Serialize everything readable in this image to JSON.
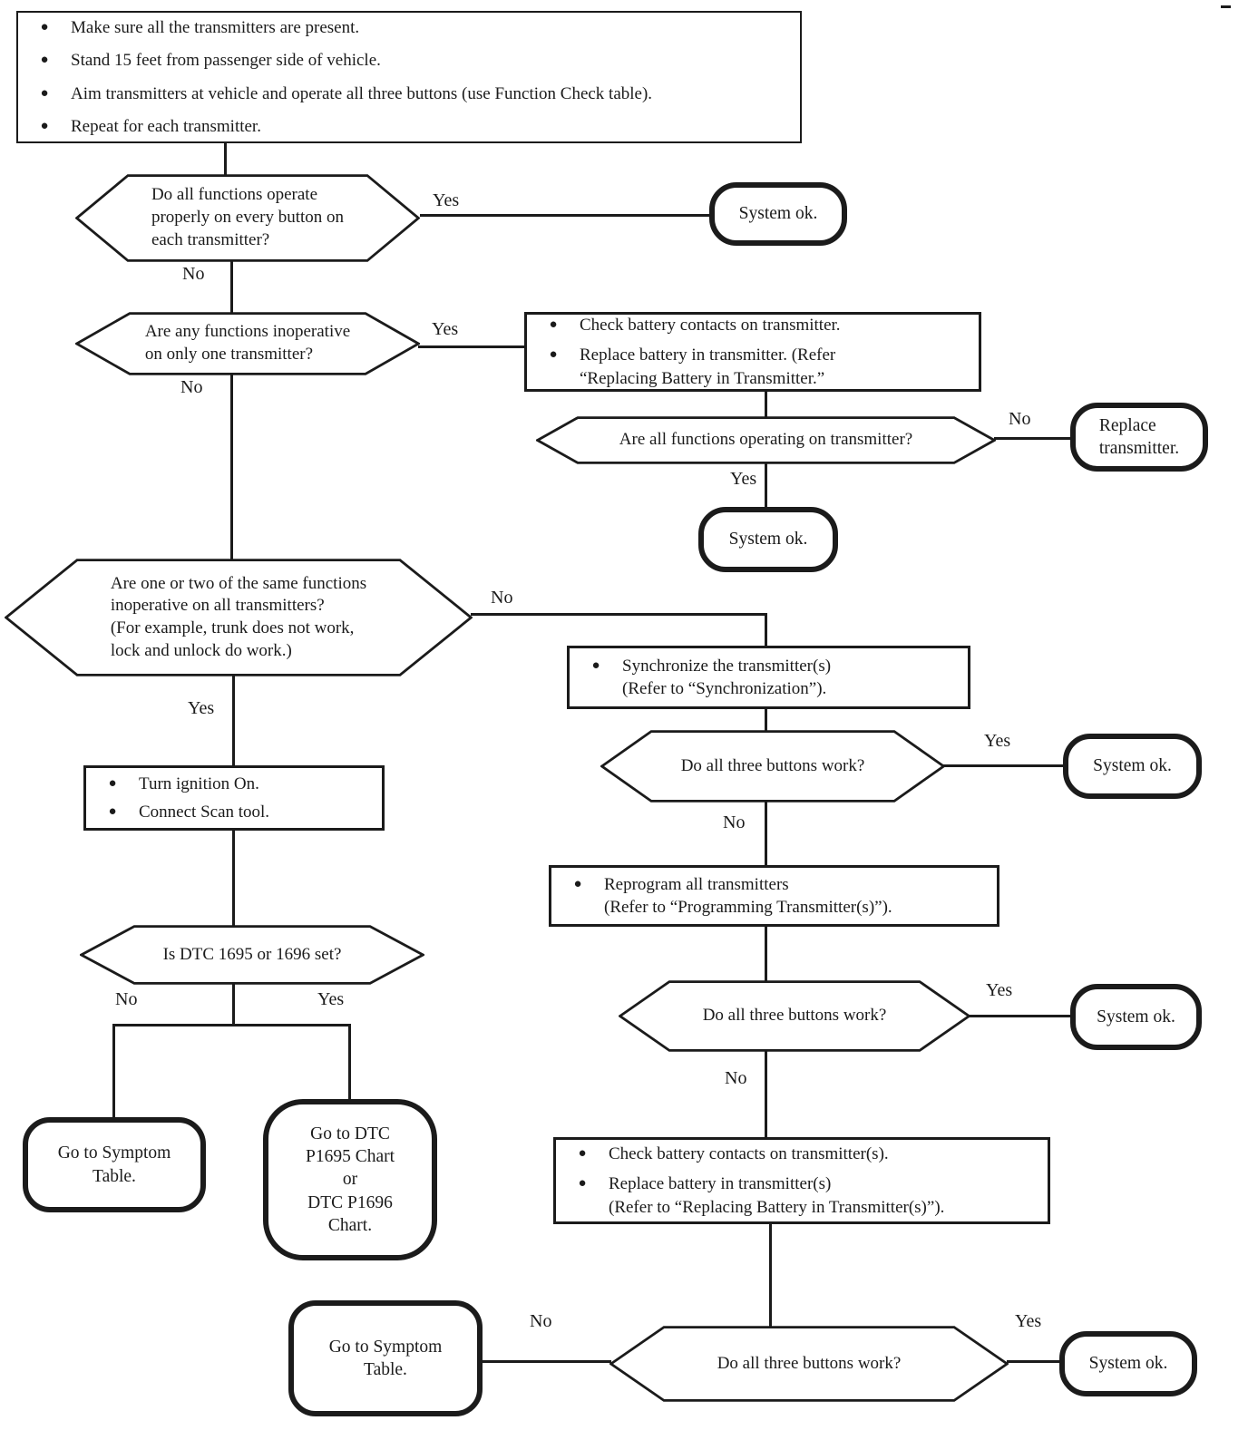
{
  "labels": {
    "yes": "Yes",
    "no": "No"
  },
  "icons": {
    "bullet": "●"
  },
  "colors": {
    "ink": "#1b1b1b",
    "paper": "#ffffff"
  },
  "start": {
    "bullets": [
      "Make sure all the transmitters are present.",
      "Stand 15 feet from passenger side of vehicle.",
      "Aim transmitters at vehicle and operate all three buttons (use Function Check table).",
      "Repeat for each transmitter."
    ]
  },
  "decisions": {
    "q1": {
      "lines": [
        "Do all functions operate",
        "properly on every button on",
        "each transmitter?"
      ]
    },
    "q2": {
      "lines": [
        "Are any functions inoperative",
        "on only one transmitter?"
      ]
    },
    "q3": {
      "lines": [
        "Are all functions operating on transmitter?"
      ]
    },
    "q4": {
      "lines": [
        "Are one or two of the same functions",
        "inoperative on all transmitters?",
        "(For example, trunk does not work,",
        "lock and unlock do work.)"
      ]
    },
    "q5": {
      "lines": [
        "Is DTC 1695 or 1696 set?"
      ]
    },
    "q6": {
      "lines": [
        "Do all three buttons work?"
      ]
    },
    "q7": {
      "lines": [
        "Do all three buttons work?"
      ]
    },
    "q8": {
      "lines": [
        "Do all three buttons work?"
      ]
    }
  },
  "processes": {
    "p_check1": {
      "bullets": [
        {
          "lines": [
            "Check battery contacts on transmitter."
          ]
        },
        {
          "lines": [
            "Replace battery in transmitter. (Refer",
            "“Replacing Battery in Transmitter.”"
          ]
        }
      ]
    },
    "p_ignition": {
      "bullets": [
        {
          "lines": [
            "Turn ignition On."
          ]
        },
        {
          "lines": [
            "Connect Scan tool."
          ]
        }
      ]
    },
    "p_sync": {
      "bullets": [
        {
          "lines": [
            "Synchronize the transmitter(s)",
            "(Refer to “Synchronization”)."
          ]
        }
      ]
    },
    "p_reprogram": {
      "bullets": [
        {
          "lines": [
            "Reprogram all transmitters",
            "(Refer to “Programming Transmitter(s)”)."
          ]
        }
      ]
    },
    "p_check2": {
      "bullets": [
        {
          "lines": [
            "Check battery contacts on transmitter(s)."
          ]
        },
        {
          "lines": [
            "Replace battery in transmitter(s)",
            "(Refer to “Replacing Battery in Transmitter(s)”)."
          ]
        }
      ]
    }
  },
  "terminals": {
    "ok1": {
      "lines": [
        "System ok."
      ]
    },
    "ok2": {
      "lines": [
        "System ok."
      ]
    },
    "ok3": {
      "lines": [
        "System ok."
      ]
    },
    "ok4": {
      "lines": [
        "System ok."
      ]
    },
    "ok5": {
      "lines": [
        "System ok."
      ]
    },
    "replace": {
      "lines": [
        "Replace",
        "transmitter."
      ]
    },
    "symptom1": {
      "lines": [
        "Go to Symptom",
        "Table."
      ]
    },
    "symptom2": {
      "lines": [
        "Go to Symptom",
        "Table."
      ]
    },
    "dtc": {
      "lines": [
        "Go to DTC",
        "P1695 Chart",
        "or",
        "DTC P1696",
        "Chart."
      ]
    }
  }
}
